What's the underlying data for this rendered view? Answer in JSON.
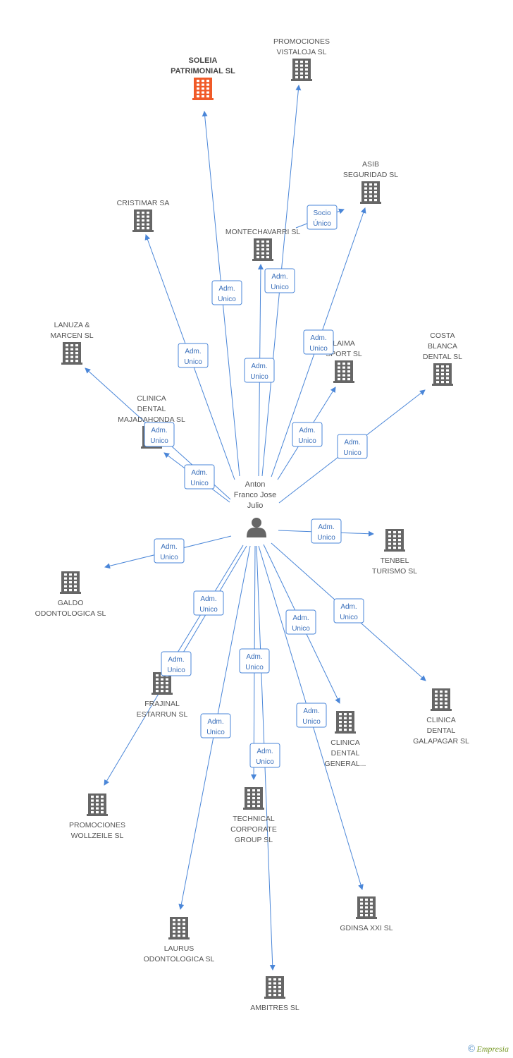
{
  "person": {
    "label_lines": [
      "Anton",
      "Franco Jose",
      "Julio"
    ],
    "icon": "person-icon"
  },
  "focus_company": {
    "label_lines": [
      "SOLEIA",
      "PATRIMONIAL SL"
    ],
    "icon": "building-icon",
    "color": "#f05a28"
  },
  "colors": {
    "edge": "#4a86d8",
    "building": "#666666",
    "focus": "#f05a28",
    "label_text": "#3a6fba"
  },
  "companies": [
    {
      "id": "soleia",
      "label_lines": [
        "SOLEIA",
        "PATRIMONIAL SL"
      ],
      "focus": true
    },
    {
      "id": "vistaloja",
      "label_lines": [
        "PROMOCIONES",
        "VISTALOJA SL"
      ]
    },
    {
      "id": "asib",
      "label_lines": [
        "ASIB",
        "SEGURIDAD SL"
      ]
    },
    {
      "id": "cristimar",
      "label_lines": [
        "CRISTIMAR SA"
      ]
    },
    {
      "id": "montechavarri",
      "label_lines": [
        "MONTECHAVARRI SL"
      ]
    },
    {
      "id": "lanuza",
      "label_lines": [
        "LANUZA &",
        "MARCEN SL"
      ]
    },
    {
      "id": "laima",
      "label_lines": [
        "LAIMA",
        "SPORT SL"
      ]
    },
    {
      "id": "costablanca",
      "label_lines": [
        "COSTA",
        "BLANCA",
        "DENTAL SL"
      ]
    },
    {
      "id": "majadahonda",
      "label_lines": [
        "CLINICA",
        "DENTAL",
        "MAJADAHONDA SL"
      ]
    },
    {
      "id": "tenbel",
      "label_lines": [
        "TENBEL",
        "TURISMO SL"
      ]
    },
    {
      "id": "galdo",
      "label_lines": [
        "GALDO",
        "ODONTOLOGICA SL"
      ]
    },
    {
      "id": "frajinal",
      "label_lines": [
        "FRAJINAL",
        "ESTARRUN SL"
      ]
    },
    {
      "id": "galapagar",
      "label_lines": [
        "CLINICA",
        "DENTAL",
        "GALAPAGAR SL"
      ]
    },
    {
      "id": "dentalgeneral",
      "label_lines": [
        "CLINICA",
        "DENTAL",
        "GENERAL..."
      ]
    },
    {
      "id": "wollzeile",
      "label_lines": [
        "PROMOCIONES",
        "WOLLZEILE SL"
      ]
    },
    {
      "id": "technical",
      "label_lines": [
        "TECHNICAL",
        "CORPORATE",
        "GROUP SL"
      ]
    },
    {
      "id": "gdinsa",
      "label_lines": [
        "GDINSA XXI SL"
      ]
    },
    {
      "id": "laurus",
      "label_lines": [
        "LAURUS",
        "ODONTOLOGICA SL"
      ]
    },
    {
      "id": "ambitres",
      "label_lines": [
        "AMBITRES SL"
      ]
    }
  ],
  "edges": [
    {
      "to": "soleia",
      "label_lines": [
        "Adm.",
        "Unico"
      ]
    },
    {
      "to": "vistaloja",
      "label_lines": [
        "Adm.",
        "Unico"
      ]
    },
    {
      "to": "asib",
      "label_lines": [
        "Adm.",
        "Unico"
      ]
    },
    {
      "to": "cristimar",
      "label_lines": [
        "Adm.",
        "Unico"
      ]
    },
    {
      "to": "montechavarri",
      "label_lines": [
        "Adm.",
        "Unico"
      ]
    },
    {
      "to": "lanuza",
      "label_lines": [
        "Adm.",
        "Unico"
      ]
    },
    {
      "to": "laima",
      "label_lines": [
        "Adm.",
        "Unico"
      ]
    },
    {
      "to": "costablanca",
      "label_lines": [
        "Adm.",
        "Unico"
      ]
    },
    {
      "to": "majadahonda",
      "label_lines": [
        "Adm.",
        "Unico"
      ]
    },
    {
      "to": "tenbel",
      "label_lines": [
        "Adm.",
        "Unico"
      ]
    },
    {
      "to": "galdo",
      "label_lines": [
        "Adm.",
        "Unico"
      ]
    },
    {
      "to": "frajinal",
      "label_lines": [
        "Adm.",
        "Unico"
      ]
    },
    {
      "to": "galapagar",
      "label_lines": [
        "Adm.",
        "Unico"
      ]
    },
    {
      "to": "dentalgeneral",
      "label_lines": [
        "Adm.",
        "Unico"
      ]
    },
    {
      "to": "wollzeile",
      "label_lines": [
        "Adm.",
        "Unico"
      ]
    },
    {
      "to": "technical",
      "label_lines": [
        "Adm.",
        "Unico"
      ]
    },
    {
      "to": "gdinsa",
      "label_lines": [
        "Adm.",
        "Unico"
      ]
    },
    {
      "to": "laurus",
      "label_lines": [
        "Adm.",
        "Unico"
      ]
    },
    {
      "to": "ambitres",
      "label_lines": [
        "Adm.",
        "Unico"
      ]
    },
    {
      "from": "montechavarri",
      "to": "asib",
      "label_lines": [
        "Socio",
        "Único"
      ]
    }
  ],
  "footer": {
    "copyright_symbol": "©",
    "brand": "Empresia"
  }
}
